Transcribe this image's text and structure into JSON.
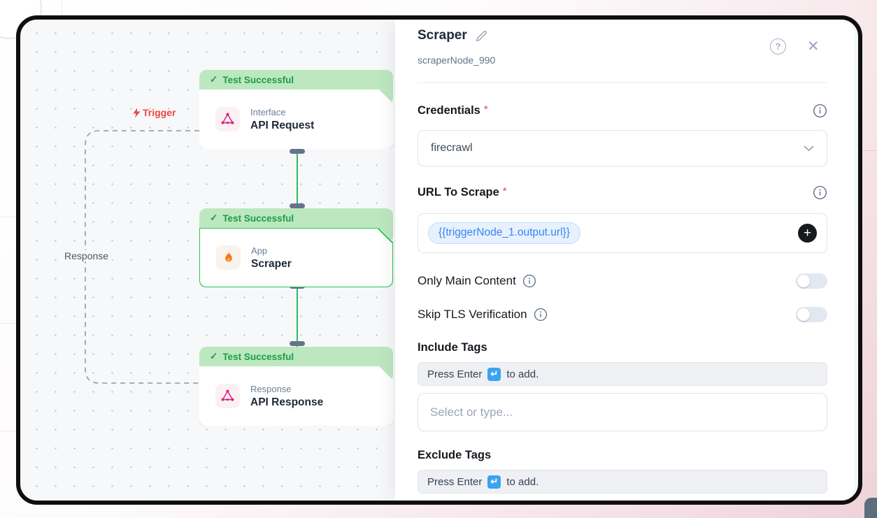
{
  "canvas": {
    "trigger_label": "Trigger",
    "response_label": "Response",
    "nodes": [
      {
        "status": "Test Successful",
        "type": "Interface",
        "name": "API Request"
      },
      {
        "status": "Test Successful",
        "type": "App",
        "name": "Scraper"
      },
      {
        "status": "Test Successful",
        "type": "Response",
        "name": "API Response"
      }
    ]
  },
  "panel": {
    "title": "Scraper",
    "node_id": "scraperNode_990",
    "credentials": {
      "label": "Credentials",
      "required": "*",
      "value": "firecrawl"
    },
    "url_to_scrape": {
      "label": "URL To Scrape",
      "required": "*",
      "chip": "{{triggerNode_1.output.url}}"
    },
    "toggles": [
      {
        "label": "Only Main Content",
        "state": "off"
      },
      {
        "label": "Skip TLS Verification",
        "state": "off"
      }
    ],
    "include_tags": {
      "label": "Include Tags",
      "hint_prefix": "Press Enter",
      "hint_suffix": "to add.",
      "placeholder": "Select or type..."
    },
    "exclude_tags": {
      "label": "Exclude Tags",
      "hint_prefix": "Press Enter",
      "hint_suffix": "to add."
    }
  },
  "icons": {
    "help_glyph": "?",
    "close_glyph": "✕",
    "plus_glyph": "+",
    "return_glyph": "↵",
    "check_glyph": "✓"
  },
  "colors": {
    "accent_green": "#24c457",
    "banner_green": "#bde8bf",
    "chip_blue": "#3b82f6",
    "trigger_red": "#ef4444",
    "frame_border": "#0f0f10"
  }
}
